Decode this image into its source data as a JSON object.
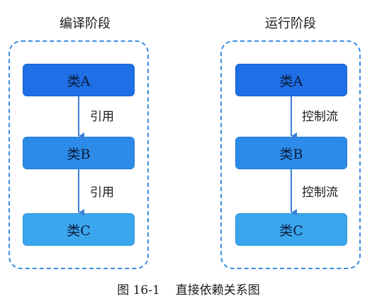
{
  "left_panel": {
    "title": "编译阶段",
    "nodes": [
      "类A",
      "类B",
      "类C"
    ],
    "edge_labels": [
      "引用",
      "引用"
    ]
  },
  "right_panel": {
    "title": "运行阶段",
    "nodes": [
      "类A",
      "类B",
      "类C"
    ],
    "edge_labels": [
      "控制流",
      "控制流"
    ]
  },
  "caption": {
    "number": "图 16-1",
    "text": "直接依赖关系图"
  },
  "colors": {
    "border": "#3a8ee6",
    "node_top": "#1f6fe6",
    "node_middle": "#2c8be8",
    "node_bottom": "#3aa6ee",
    "arrow": "#3a7fd6"
  }
}
